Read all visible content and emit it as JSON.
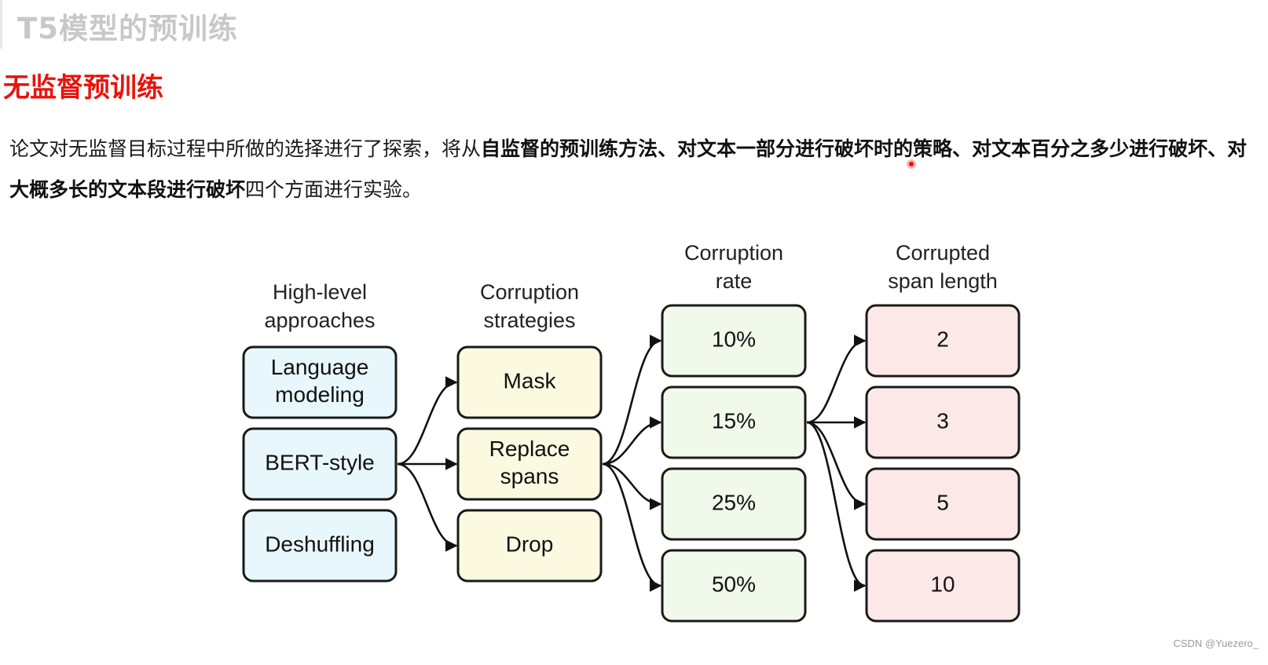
{
  "page": {
    "title": "T5模型的预训练",
    "section_title": "无监督预训练",
    "intro": {
      "part1": "论文对无监督目标过程中所做的选择进行了探索，将从",
      "bold": "自监督的预训练方法、对文本一部分进行破坏时的策略、对文本百分之多少进行破坏、对大概多长的文本段进行破坏",
      "part2": "四个方面进行实验。"
    },
    "watermark": "CSDN @Yuezero_"
  },
  "diagram": {
    "columns": [
      {
        "title_lines": [
          "High-level",
          "approaches"
        ],
        "fill": "#e8f7fb",
        "boxes": [
          [
            "Language",
            "modeling"
          ],
          [
            "BERT-style"
          ],
          [
            "Deshuffling"
          ]
        ]
      },
      {
        "title_lines": [
          "Corruption",
          "strategies"
        ],
        "fill": "#fbf9e0",
        "boxes": [
          [
            "Mask"
          ],
          [
            "Replace",
            "spans"
          ],
          [
            "Drop"
          ]
        ]
      },
      {
        "title_lines": [
          "Corruption",
          "rate"
        ],
        "fill": "#f1f9ea",
        "boxes": [
          [
            "10%"
          ],
          [
            "15%"
          ],
          [
            "25%"
          ],
          [
            "50%"
          ]
        ]
      },
      {
        "title_lines": [
          "Corrupted",
          "span length"
        ],
        "fill": "#fde8e8",
        "boxes": [
          [
            "2"
          ],
          [
            "3"
          ],
          [
            "5"
          ],
          [
            "10"
          ]
        ]
      }
    ],
    "edges": [
      {
        "from": [
          0,
          1
        ],
        "to": [
          1,
          0
        ]
      },
      {
        "from": [
          0,
          1
        ],
        "to": [
          1,
          1
        ]
      },
      {
        "from": [
          0,
          1
        ],
        "to": [
          1,
          2
        ]
      },
      {
        "from": [
          1,
          1
        ],
        "to": [
          2,
          0
        ]
      },
      {
        "from": [
          1,
          1
        ],
        "to": [
          2,
          1
        ]
      },
      {
        "from": [
          1,
          1
        ],
        "to": [
          2,
          2
        ]
      },
      {
        "from": [
          1,
          1
        ],
        "to": [
          2,
          3
        ]
      },
      {
        "from": [
          2,
          1
        ],
        "to": [
          3,
          0
        ]
      },
      {
        "from": [
          2,
          1
        ],
        "to": [
          3,
          1
        ]
      },
      {
        "from": [
          2,
          1
        ],
        "to": [
          3,
          2
        ]
      },
      {
        "from": [
          2,
          1
        ],
        "to": [
          3,
          3
        ]
      }
    ]
  }
}
